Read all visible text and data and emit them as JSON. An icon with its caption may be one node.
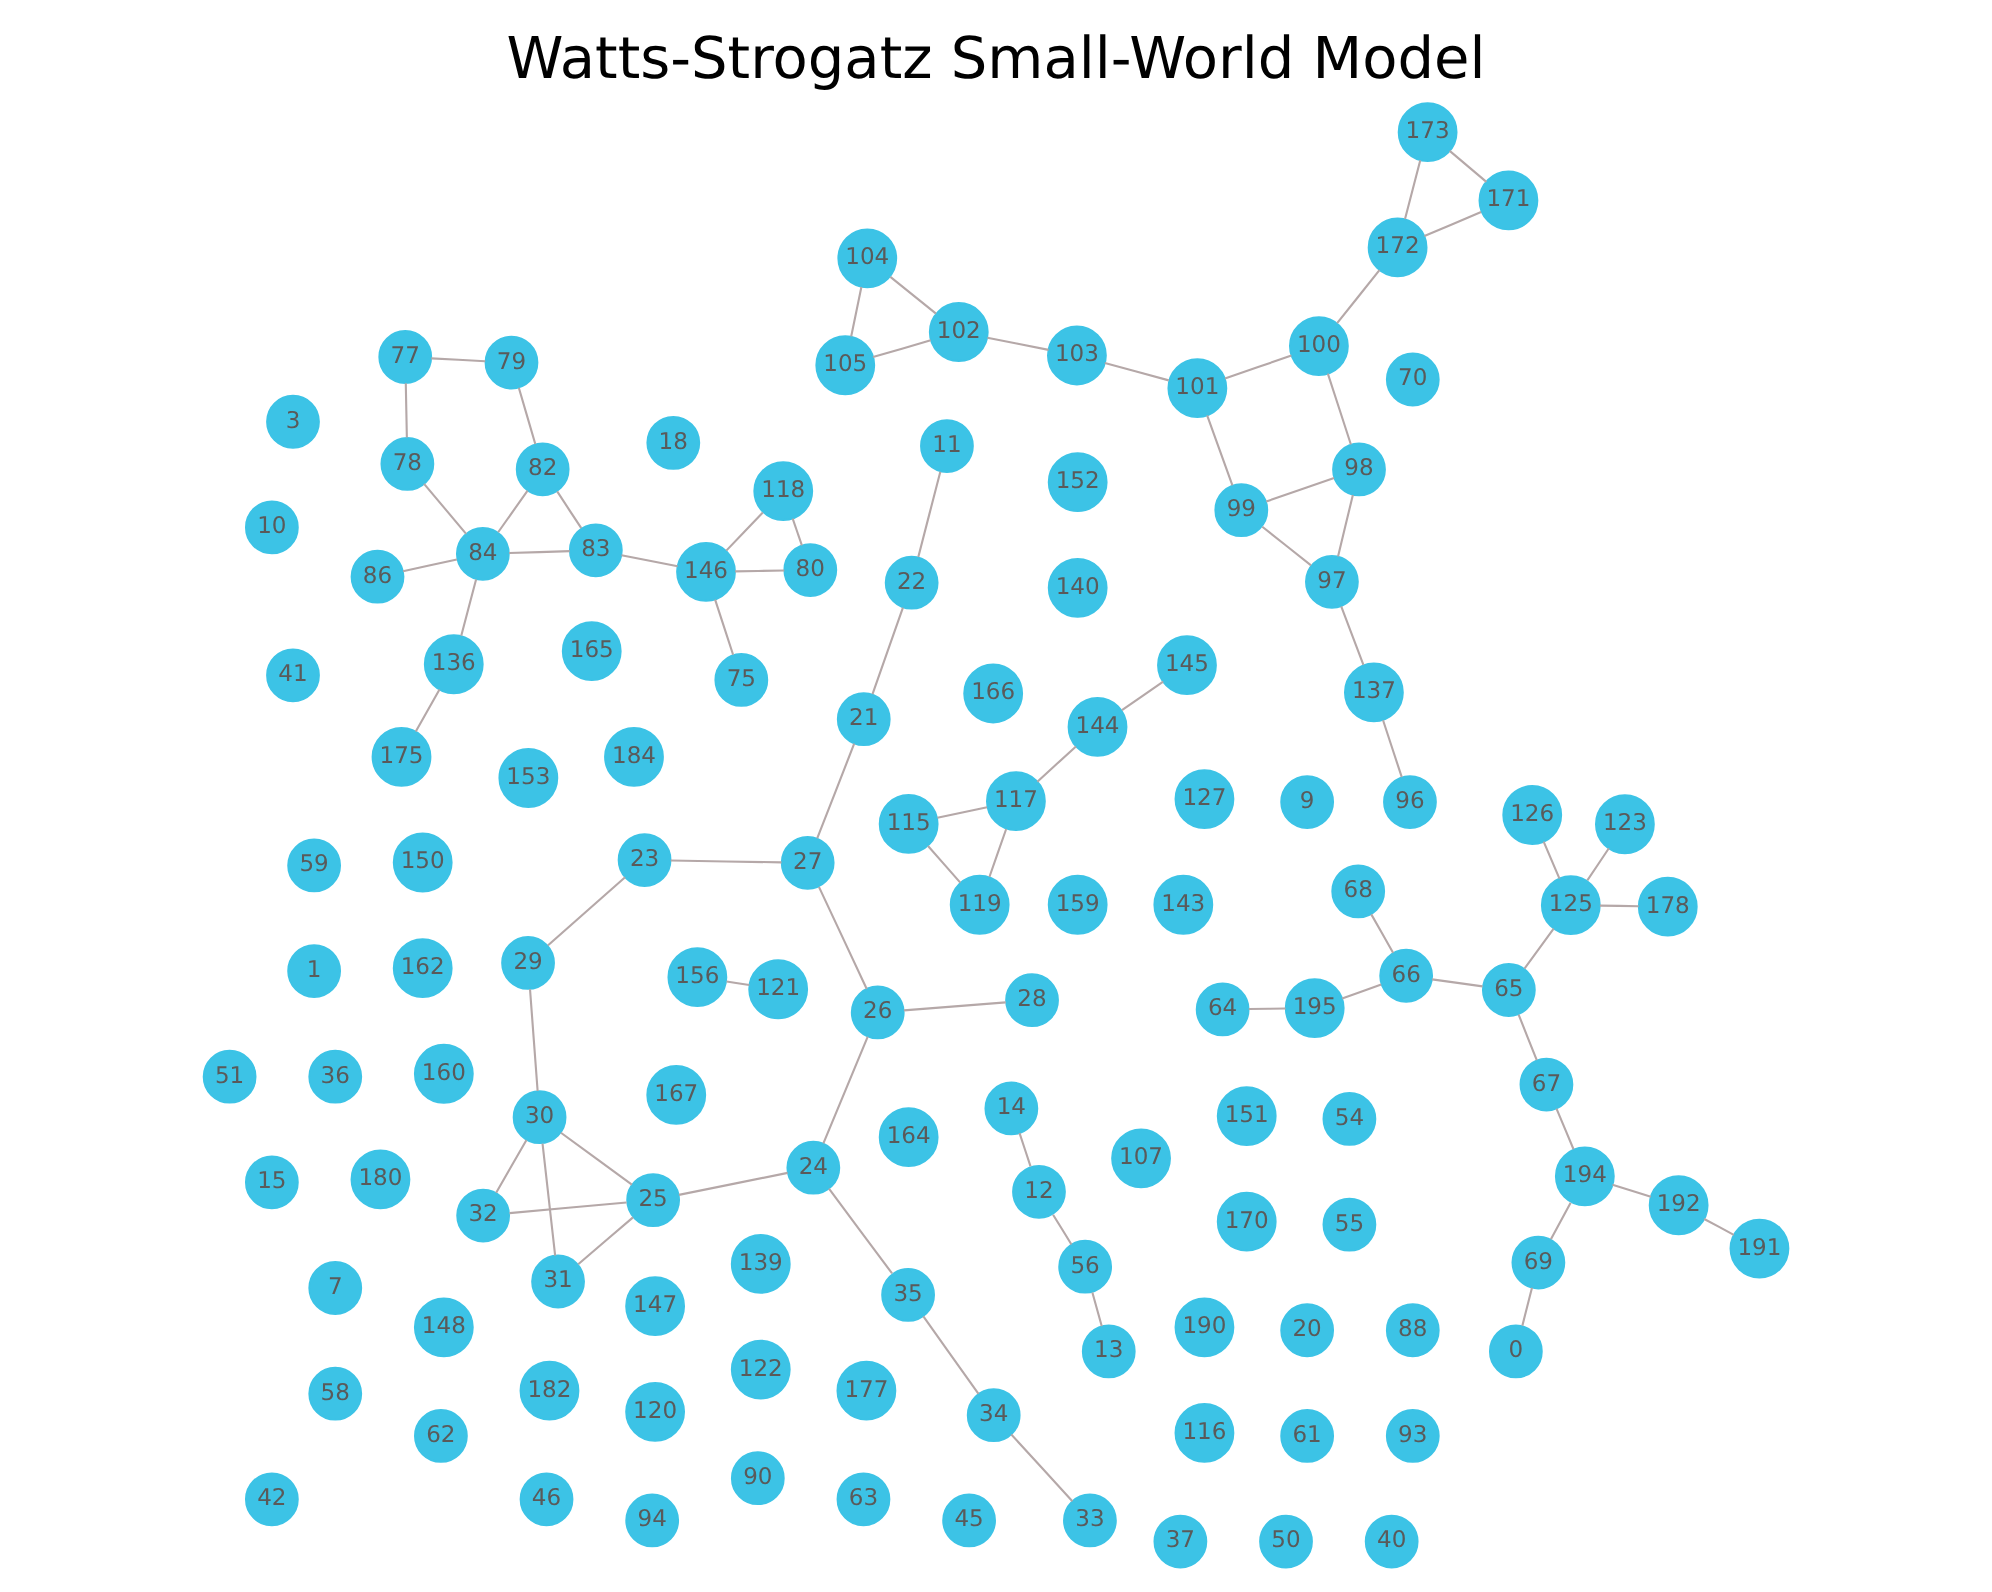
{
  "diagram": {
    "title": "Watts-Strogatz Small-World Model",
    "nodes": [
      {
        "text": [
          "30"
        ]
      },
      {
        "text": [
          "31"
        ]
      },
      {
        "text": [
          "25"
        ]
      },
      {
        "text": [
          "32"
        ]
      },
      {
        "text": [
          "29"
        ]
      },
      {
        "text": [
          "23"
        ]
      },
      {
        "text": [
          "24"
        ]
      },
      {
        "text": [
          "35"
        ]
      },
      {
        "text": [
          "27"
        ]
      },
      {
        "text": [
          "26"
        ]
      },
      {
        "text": [
          "21"
        ]
      },
      {
        "text": [
          "12"
        ]
      },
      {
        "text": [
          "56"
        ]
      },
      {
        "text": [
          "33"
        ]
      },
      {
        "text": [
          "34"
        ]
      },
      {
        "text": [
          "13"
        ]
      },
      {
        "text": [
          "61"
        ]
      },
      {
        "text": [
          "20"
        ]
      },
      {
        "text": [
          "22"
        ]
      },
      {
        "text": [
          "11"
        ]
      },
      {
        "text": [
          "28"
        ]
      },
      {
        "text": [
          "9"
        ]
      },
      {
        "text": [
          "36"
        ]
      },
      {
        "text": [
          "7"
        ]
      },
      {
        "text": [
          "167"
        ]
      },
      {
        "text": [
          "104"
        ]
      },
      {
        "text": [
          "14"
        ]
      },
      {
        "text": [
          "58"
        ]
      },
      {
        "text": [
          "62"
        ]
      },
      {
        "text": [
          "18"
        ]
      },
      {
        "text": [
          "102"
        ]
      },
      {
        "text": [
          "64"
        ]
      },
      {
        "text": [
          "59"
        ]
      },
      {
        "text": [
          "1"
        ]
      },
      {
        "text": [
          "55"
        ]
      },
      {
        "text": [
          "54"
        ]
      },
      {
        "text": [
          "3"
        ]
      },
      {
        "text": [
          "41"
        ]
      },
      {
        "text": [
          "90"
        ]
      },
      {
        "text": [
          "164"
        ]
      },
      {
        "text": [
          "63"
        ]
      },
      {
        "text": [
          "10"
        ]
      },
      {
        "text": [
          "184"
        ]
      },
      {
        "text": [
          "105"
        ]
      },
      {
        "text": [
          "103"
        ]
      },
      {
        "text": [
          "101"
        ]
      },
      {
        "text": [
          "159"
        ]
      },
      {
        "text": [
          "195"
        ]
      },
      {
        "text": [
          "15"
        ]
      },
      {
        "text": [
          "42"
        ]
      },
      {
        "text": [
          "46"
        ]
      },
      {
        "text": [
          "166"
        ]
      },
      {
        "text": [
          "99"
        ]
      },
      {
        "text": [
          "98"
        ]
      },
      {
        "text": [
          "66"
        ]
      },
      {
        "text": [
          "45"
        ]
      },
      {
        "text": [
          "165"
        ]
      },
      {
        "text": [
          "153"
        ]
      },
      {
        "text": [
          "100"
        ]
      },
      {
        "text": [
          "107"
        ]
      },
      {
        "text": [
          "94"
        ]
      },
      {
        "text": [
          "97"
        ]
      },
      {
        "text": [
          "137"
        ]
      },
      {
        "text": [
          "139"
        ]
      },
      {
        "text": [
          "143"
        ]
      },
      {
        "text": [
          "140"
        ]
      },
      {
        "text": [
          "147"
        ]
      },
      {
        "text": [
          "68"
        ]
      },
      {
        "text": [
          "67"
        ]
      },
      {
        "text": [
          "194"
        ]
      },
      {
        "text": [
          "69"
        ]
      },
      {
        "text": [
          "37"
        ]
      },
      {
        "text": [
          "0"
        ]
      },
      {
        "text": [
          "50"
        ]
      },
      {
        "text": [
          "40"
        ]
      },
      {
        "text": [
          "93"
        ]
      },
      {
        "text": [
          "88"
        ]
      },
      {
        "text": [
          "96"
        ]
      },
      {
        "text": [
          "190"
        ]
      },
      {
        "text": [
          "70"
        ]
      },
      {
        "text": [
          "172"
        ]
      },
      {
        "text": [
          "192"
        ]
      },
      {
        "text": [
          "191"
        ]
      },
      {
        "text": [
          "127"
        ]
      },
      {
        "text": [
          "65"
        ]
      },
      {
        "text": [
          "160"
        ]
      },
      {
        "text": [
          "148"
        ]
      },
      {
        "text": [
          "150"
        ]
      },
      {
        "text": [
          "162"
        ]
      },
      {
        "text": [
          "171"
        ]
      },
      {
        "text": [
          "173"
        ]
      },
      {
        "text": [
          "86"
        ]
      },
      {
        "text": [
          "51"
        ]
      },
      {
        "text": [
          "126"
        ]
      },
      {
        "text": [
          "175"
        ]
      },
      {
        "text": [
          "170"
        ]
      },
      {
        "text": [
          "151"
        ]
      },
      {
        "text": [
          "122"
        ]
      },
      {
        "text": [
          "177"
        ]
      },
      {
        "text": [
          "180"
        ]
      },
      {
        "text": [
          "136"
        ]
      },
      {
        "text": [
          "84"
        ]
      },
      {
        "text": [
          "178"
        ]
      },
      {
        "text": [
          "123"
        ]
      },
      {
        "text": [
          "125"
        ]
      },
      {
        "text": [
          "182"
        ]
      },
      {
        "text": [
          "152"
        ]
      },
      {
        "text": [
          "120"
        ]
      },
      {
        "text": [
          "156"
        ]
      },
      {
        "text": [
          "121"
        ]
      },
      {
        "text": [
          "116"
        ]
      },
      {
        "text": [
          "146"
        ]
      },
      {
        "text": [
          "83"
        ]
      },
      {
        "text": [
          "78"
        ]
      },
      {
        "text": [
          "115"
        ]
      },
      {
        "text": [
          "145"
        ]
      },
      {
        "text": [
          "119"
        ]
      },
      {
        "text": [
          "118"
        ]
      },
      {
        "text": [
          "75"
        ]
      },
      {
        "text": [
          "82"
        ]
      },
      {
        "text": [
          "144"
        ]
      },
      {
        "text": [
          "80"
        ]
      },
      {
        "text": [
          "79"
        ]
      },
      {
        "text": [
          "77"
        ]
      },
      {
        "text": [
          "117"
        ]
      }
    ],
    "edges": [
      {
        "from": 0,
        "to": 1,
        "arrow": "none"
      },
      {
        "from": 0,
        "to": 2,
        "arrow": "none"
      },
      {
        "from": 0,
        "to": 3,
        "arrow": "none"
      },
      {
        "from": 0,
        "to": 4,
        "arrow": "none"
      },
      {
        "from": 1,
        "to": 2,
        "arrow": "none"
      },
      {
        "from": 2,
        "to": 3,
        "arrow": "none"
      },
      {
        "from": 2,
        "to": 6,
        "arrow": "none"
      },
      {
        "from": 4,
        "to": 5,
        "arrow": "none"
      },
      {
        "from": 5,
        "to": 8,
        "arrow": "none"
      },
      {
        "from": 8,
        "to": 10,
        "arrow": "none"
      },
      {
        "from": 8,
        "to": 9,
        "arrow": "none"
      },
      {
        "from": 6,
        "to": 7,
        "arrow": "none"
      },
      {
        "from": 6,
        "to": 9,
        "arrow": "none"
      },
      {
        "from": 7,
        "to": 14,
        "arrow": "none"
      },
      {
        "from": 14,
        "to": 13,
        "arrow": "none"
      },
      {
        "from": 9,
        "to": 20,
        "arrow": "none"
      },
      {
        "from": 10,
        "to": 18,
        "arrow": "none"
      },
      {
        "from": 18,
        "to": 19,
        "arrow": "none"
      },
      {
        "from": 11,
        "to": 26,
        "arrow": "none"
      },
      {
        "from": 11,
        "to": 12,
        "arrow": "none"
      },
      {
        "from": 12,
        "to": 15,
        "arrow": "none"
      },
      {
        "from": 25,
        "to": 30,
        "arrow": "none"
      },
      {
        "from": 30,
        "to": 43,
        "arrow": "none"
      },
      {
        "from": 25,
        "to": 43,
        "arrow": "none"
      },
      {
        "from": 44,
        "to": 45,
        "arrow": "none"
      },
      {
        "from": 45,
        "to": 58,
        "arrow": "none"
      },
      {
        "from": 53,
        "to": 58,
        "arrow": "none"
      },
      {
        "from": 52,
        "to": 53,
        "arrow": "none"
      },
      {
        "from": 52,
        "to": 45,
        "arrow": "none"
      },
      {
        "from": 52,
        "to": 61,
        "arrow": "none"
      },
      {
        "from": 53,
        "to": 61,
        "arrow": "none"
      },
      {
        "from": 61,
        "to": 62,
        "arrow": "none"
      },
      {
        "from": 30,
        "to": 44,
        "arrow": "none"
      },
      {
        "from": 58,
        "to": 80,
        "arrow": "none"
      },
      {
        "from": 80,
        "to": 89,
        "arrow": "none"
      },
      {
        "from": 80,
        "to": 90,
        "arrow": "none"
      },
      {
        "from": 90,
        "to": 89,
        "arrow": "none"
      },
      {
        "from": 77,
        "to": 62,
        "arrow": "none"
      },
      {
        "from": 31,
        "to": 47,
        "arrow": "none"
      },
      {
        "from": 47,
        "to": 54,
        "arrow": "none"
      },
      {
        "from": 54,
        "to": 67,
        "arrow": "none"
      },
      {
        "from": 54,
        "to": 84,
        "arrow": "none"
      },
      {
        "from": 68,
        "to": 84,
        "arrow": "none"
      },
      {
        "from": 69,
        "to": 68,
        "arrow": "none"
      },
      {
        "from": 69,
        "to": 70,
        "arrow": "none"
      },
      {
        "from": 70,
        "to": 72,
        "arrow": "none"
      },
      {
        "from": 69,
        "to": 81,
        "arrow": "none"
      },
      {
        "from": 81,
        "to": 82,
        "arrow": "none"
      },
      {
        "from": 84,
        "to": 104,
        "arrow": "none"
      },
      {
        "from": 104,
        "to": 93,
        "arrow": "none"
      },
      {
        "from": 104,
        "to": 102,
        "arrow": "none"
      },
      {
        "from": 104,
        "to": 103,
        "arrow": "none"
      },
      {
        "from": 116,
        "to": 124,
        "arrow": "none"
      },
      {
        "from": 114,
        "to": 124,
        "arrow": "none"
      },
      {
        "from": 116,
        "to": 114,
        "arrow": "none"
      },
      {
        "from": 124,
        "to": 120,
        "arrow": "none"
      },
      {
        "from": 120,
        "to": 115,
        "arrow": "none"
      },
      {
        "from": 117,
        "to": 121,
        "arrow": "none"
      },
      {
        "from": 111,
        "to": 121,
        "arrow": "none"
      },
      {
        "from": 111,
        "to": 118,
        "arrow": "none"
      },
      {
        "from": 112,
        "to": 119,
        "arrow": "none"
      },
      {
        "from": 119,
        "to": 101,
        "arrow": "none"
      },
      {
        "from": 101,
        "to": 113,
        "arrow": "none"
      },
      {
        "from": 113,
        "to": 123,
        "arrow": "none"
      },
      {
        "from": 119,
        "to": 122,
        "arrow": "none"
      },
      {
        "from": 122,
        "to": 123,
        "arrow": "none"
      },
      {
        "from": 101,
        "to": 112,
        "arrow": "none"
      },
      {
        "from": 100,
        "to": 101,
        "arrow": "none"
      },
      {
        "from": 94,
        "to": 100,
        "arrow": "none"
      },
      {
        "from": 91,
        "to": 101,
        "arrow": "none"
      },
      {
        "from": 111,
        "to": 112,
        "arrow": "none"
      },
      {
        "from": 111,
        "to": 117,
        "arrow": "none"
      },
      {
        "from": 108,
        "to": 109,
        "arrow": "none"
      }
    ]
  }
}
